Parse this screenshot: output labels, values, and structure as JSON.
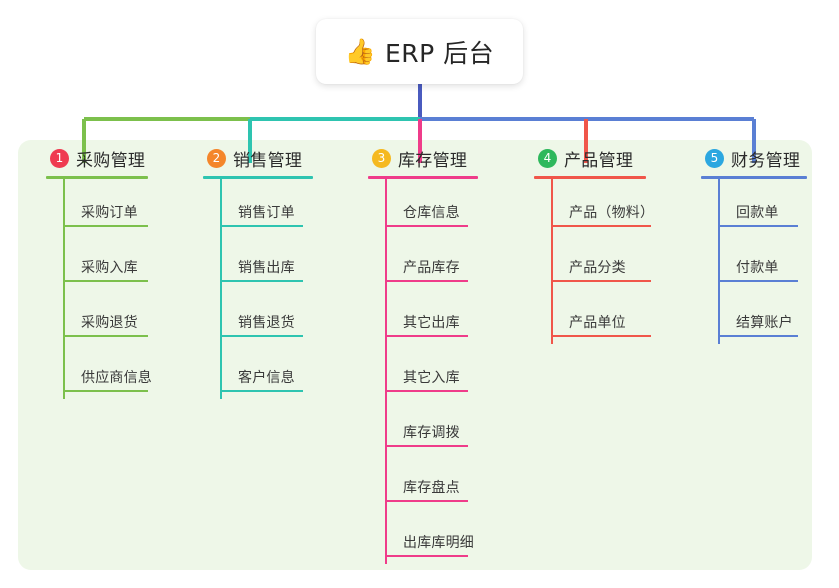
{
  "diagram": {
    "type": "mind-map",
    "root": {
      "icon": "thumbs-up-emoji",
      "icon_glyph": "👍",
      "label": "ERP 后台"
    },
    "panel_color": "#eef7e8",
    "branches": [
      {
        "index": "1",
        "title": "采购管理",
        "badge_color": "#ef3b51",
        "line_color": "#7cc04c",
        "children": [
          {
            "label": "采购订单"
          },
          {
            "label": "采购入库"
          },
          {
            "label": "采购退货"
          },
          {
            "label": "供应商信息"
          }
        ]
      },
      {
        "index": "2",
        "title": "销售管理",
        "badge_color": "#f4862a",
        "line_color": "#2ec4b0",
        "children": [
          {
            "label": "销售订单"
          },
          {
            "label": "销售出库"
          },
          {
            "label": "销售退货"
          },
          {
            "label": "客户信息"
          }
        ]
      },
      {
        "index": "3",
        "title": "库存管理",
        "badge_color": "#f5b920",
        "line_color": "#ef3c8a",
        "children": [
          {
            "label": "仓库信息"
          },
          {
            "label": "产品库存"
          },
          {
            "label": "其它出库"
          },
          {
            "label": "其它入库"
          },
          {
            "label": "库存调拨"
          },
          {
            "label": "库存盘点"
          },
          {
            "label": "出库库明细"
          }
        ]
      },
      {
        "index": "4",
        "title": "产品管理",
        "badge_color": "#2eb85c",
        "line_color": "#f0564a",
        "children": [
          {
            "label": "产品（物料）"
          },
          {
            "label": "产品分类"
          },
          {
            "label": "产品单位"
          }
        ]
      },
      {
        "index": "5",
        "title": "财务管理",
        "badge_color": "#2ba7e0",
        "line_color": "#5a7fd4",
        "children": [
          {
            "label": "回款单"
          },
          {
            "label": "付款单"
          },
          {
            "label": "结算账户"
          }
        ]
      }
    ],
    "trunk": {
      "stem_color": "#4a5bbf",
      "bar_segments": [
        {
          "color": "#7cc04c"
        },
        {
          "color": "#2ec4b0"
        },
        {
          "color": "#5a7fd4"
        }
      ]
    }
  }
}
